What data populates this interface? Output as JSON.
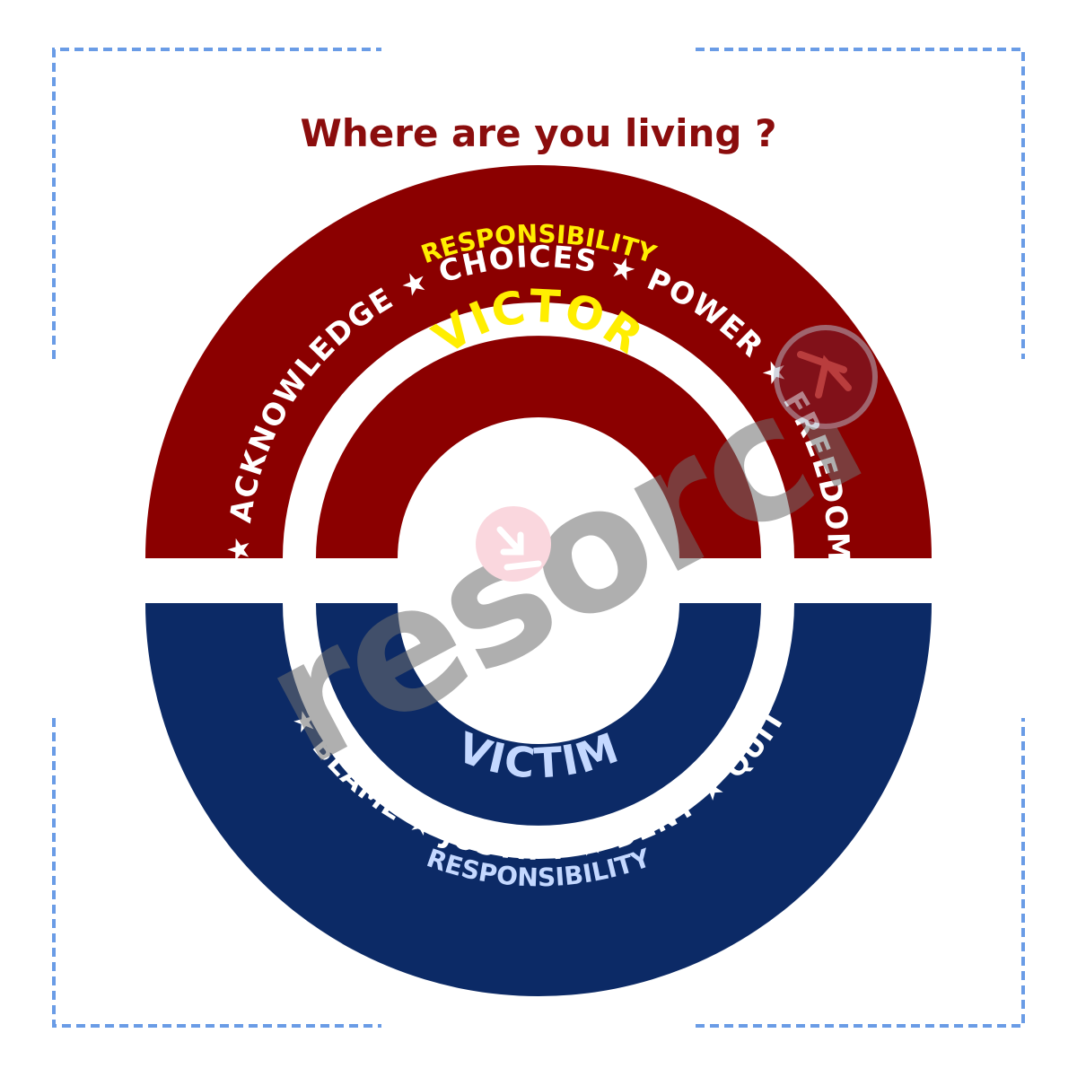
{
  "title": "Where are you living ?",
  "colors": {
    "victor": "#8b0000",
    "victim": "#0c2a66",
    "title": "#8b0d0d",
    "yellow": "#ffee00",
    "white": "#ffffff",
    "light_blue": "#c4d8ff",
    "frame": "#6a9ce6"
  },
  "victor": {
    "label": "VICTOR",
    "keyword": "RESPONSIBILITY",
    "words": "★ ACKNOWLEDGE ★ CHOICES ★ POWER ★ FREEDOM"
  },
  "victim": {
    "label": "VICTIM",
    "keyword": "RESPONSIBILITY",
    "words": "★ BLAME ★ JUSTIFY ★ DENY ★ QUIT"
  },
  "watermark": {
    "text": "resorci",
    "icon": "resorcio-logo-icon"
  }
}
